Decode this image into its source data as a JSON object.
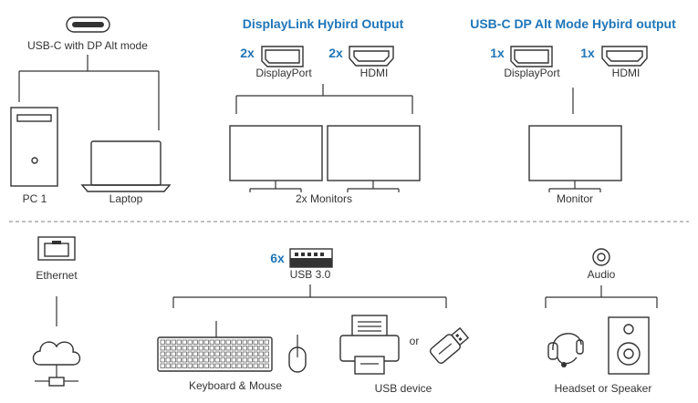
{
  "colors": {
    "accent": "#1f75b8",
    "line": "#333333",
    "divider": "#9a9a9a"
  },
  "top": {
    "usbc_source_label": "USB-C with DP Alt mode",
    "pc_label": "PC 1",
    "laptop_label": "Laptop",
    "displaylink": {
      "title": "DisplayLink Hybird Output",
      "dp_count": "2x",
      "dp_label": "DisplayPort",
      "hdmi_count": "2x",
      "hdmi_label": "HDMI",
      "monitors_label": "2x Monitors"
    },
    "altmode": {
      "title": "USB-C DP Alt Mode Hybird output",
      "dp_count": "1x",
      "dp_label": "DisplayPort",
      "hdmi_count": "1x",
      "hdmi_label": "HDMI",
      "monitor_label": "Monitor"
    }
  },
  "bottom": {
    "ethernet_label": "Ethernet",
    "usb_count": "6x",
    "usb_label": "USB 3.0",
    "keyboard_label": "Keyboard & Mouse",
    "usb_device_label": "USB device",
    "or_label": "or",
    "audio_label": "Audio",
    "headset_label": "Headset or Speaker"
  },
  "icons": [
    "usb-c-port-icon",
    "pc-tower-icon",
    "laptop-icon",
    "displayport-icon",
    "hdmi-icon",
    "monitor-icon",
    "ethernet-port-icon",
    "cloud-network-icon",
    "usb-a-port-icon",
    "keyboard-icon",
    "mouse-icon",
    "printer-icon",
    "usb-stick-icon",
    "audio-jack-icon",
    "headset-icon",
    "speaker-icon"
  ]
}
